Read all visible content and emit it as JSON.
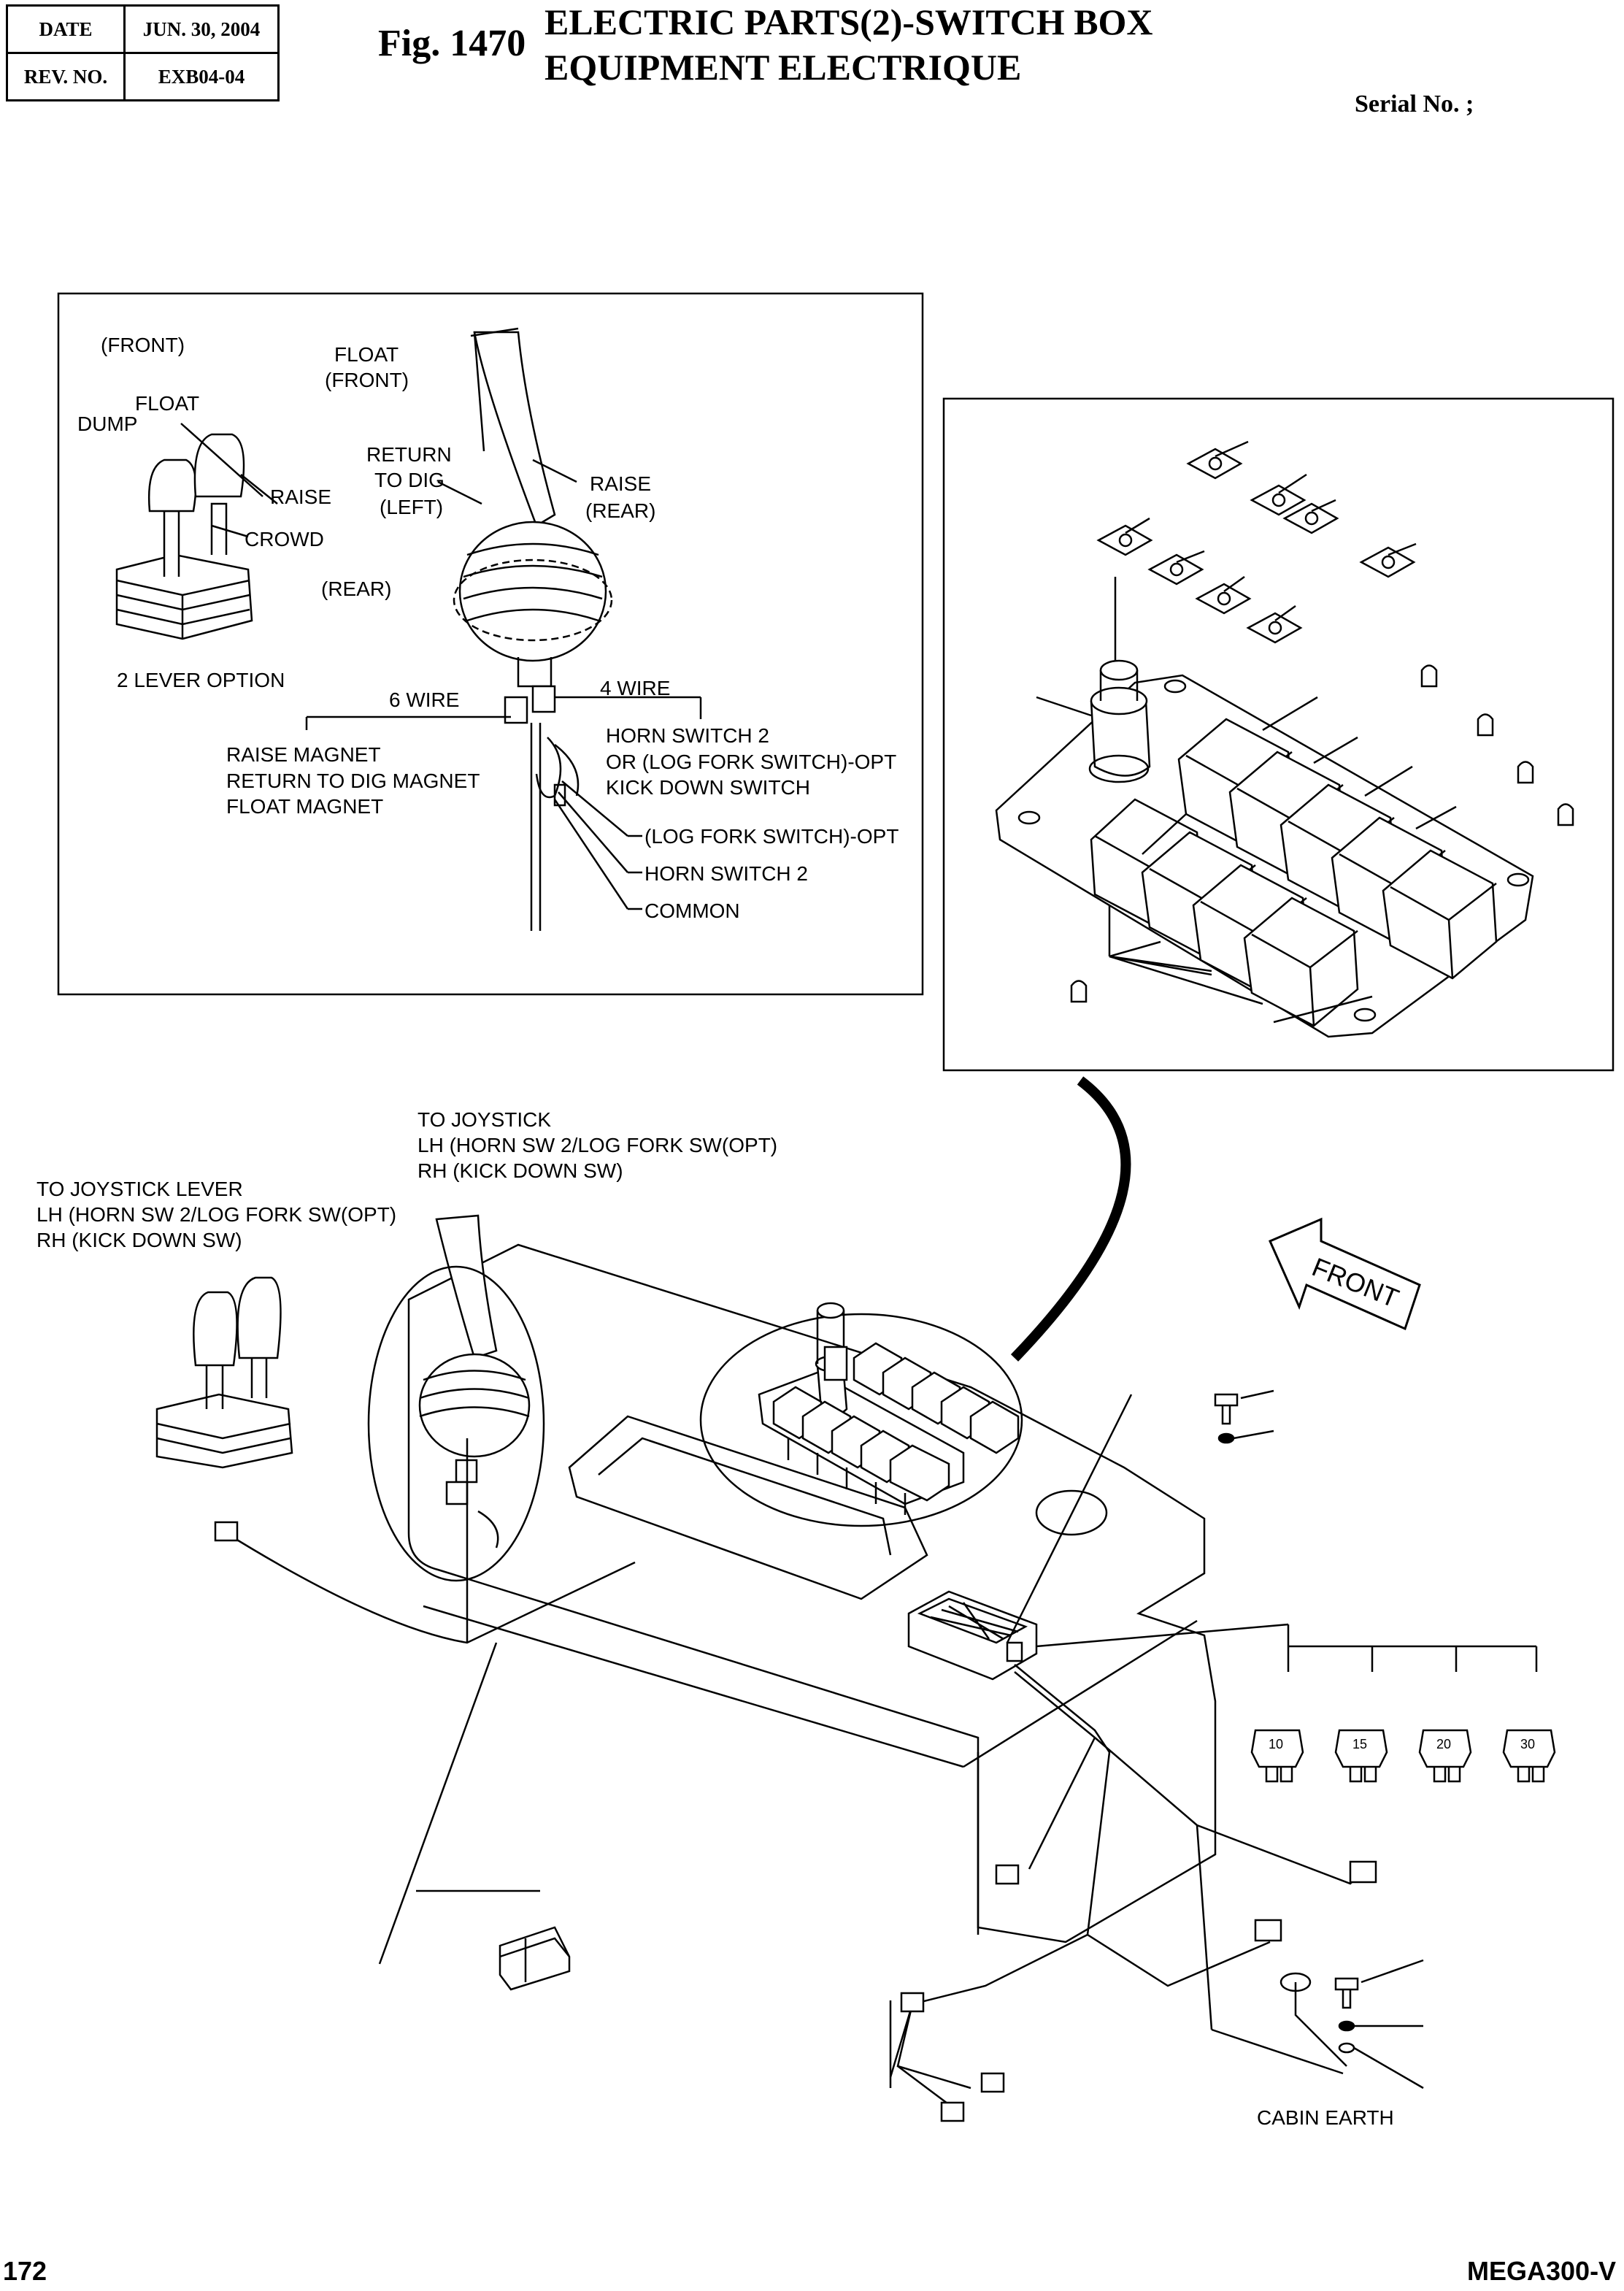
{
  "header": {
    "date_label": "DATE",
    "date_value": "JUN. 30, 2004",
    "rev_label": "REV. NO.",
    "rev_value": "EXB04-04",
    "fig_number": "Fig. 1470",
    "title_en": "ELECTRIC PARTS(2)-SWITCH BOX",
    "title_fr": "EQUIPMENT ELECTRIQUE",
    "serial_label": "Serial No. ;"
  },
  "joystick_detail": {
    "front": "(FRONT)",
    "float": "FLOAT",
    "dump": "DUMP",
    "raise": "RAISE",
    "crowd": "CROWD",
    "rear": "(REAR)",
    "float_front_1": "FLOAT",
    "float_front_2": "(FRONT)",
    "return_dig_1": "RETURN",
    "return_dig_2": "TO DIG",
    "return_dig_3": "(LEFT)",
    "raise_rear_1": "RAISE",
    "raise_rear_2": "(REAR)",
    "two_lever": "2 LEVER OPTION",
    "six_wire": "6 WIRE",
    "four_wire": "4 WIRE",
    "magnet_1": "RAISE MAGNET",
    "magnet_2": "RETURN TO DIG MAGNET",
    "magnet_3": "FLOAT MAGNET",
    "horn_1": "HORN SWITCH 2",
    "horn_2": "OR (LOG FORK SWITCH)-OPT",
    "horn_3": "KICK DOWN SWITCH",
    "log_fork": "(LOG FORK SWITCH)-OPT",
    "horn_sw2": "HORN SWITCH 2",
    "common": "COMMON"
  },
  "main_assembly": {
    "to_joystick_1": "TO JOYSTICK",
    "to_joystick_2": "LH (HORN SW 2/LOG FORK SW(OPT)",
    "to_joystick_3": "RH (KICK DOWN SW)",
    "to_lever_1": "TO JOYSTICK LEVER",
    "to_lever_2": "LH (HORN SW 2/LOG FORK SW(OPT)",
    "to_lever_3": "RH (KICK DOWN SW)",
    "front_arrow": "FRONT",
    "cabin_earth": "CABIN EARTH",
    "fuse_ratings": [
      "10",
      "15",
      "20",
      "30"
    ]
  },
  "footer": {
    "page_number": "172",
    "model": "MEGA300-V"
  }
}
